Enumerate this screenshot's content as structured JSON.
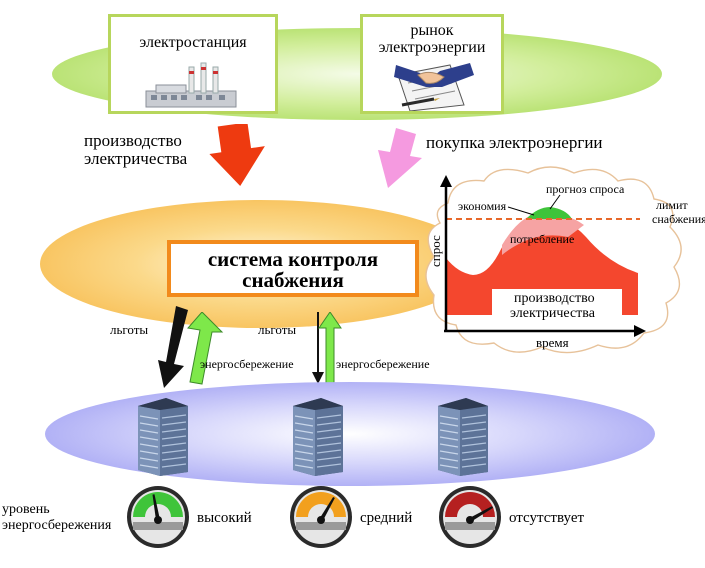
{
  "top": {
    "station_label": "электростанция",
    "market_label": "рынок\nэлектроэнергии"
  },
  "arrows": {
    "production_label": "производство\nэлектричества",
    "purchase_label": "покупка электроэнергии"
  },
  "control": {
    "title": "система контроля\nснабжения"
  },
  "links": {
    "benefits_left": "льготы",
    "saving_left": "энергосбережение",
    "benefits_right": "льготы",
    "saving_right": "энергосбережение"
  },
  "graph": {
    "forecast": "прогноз спроса",
    "economy": "экономия",
    "limit": "лимит\nснабжения",
    "consumption": "потребление",
    "production": "производство\nэлектричества",
    "y_axis": "спрос",
    "x_axis": "время"
  },
  "levels": {
    "title": "уровень\nэнергосбережения",
    "items": [
      {
        "label": "высокий",
        "color": "#3fc43a"
      },
      {
        "label": "средний",
        "color": "#f2a01e"
      },
      {
        "label": "отсутствует",
        "color": "#b52020"
      }
    ]
  },
  "colors": {
    "top_ellipse": "#9fd64a",
    "middle_ellipse": "#f6b23c",
    "bottom_ellipse": "#8f8ff0",
    "production_arrow": "#ee3a10",
    "purchase_arrow": "#f59ae0",
    "saving_arrow": "#7ee84a"
  }
}
